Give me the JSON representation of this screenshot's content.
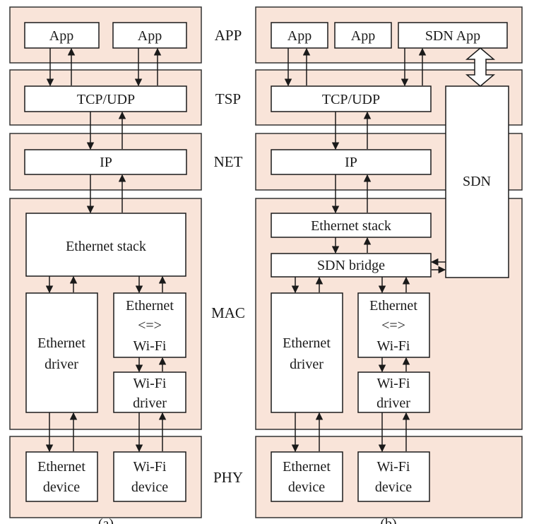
{
  "layers": {
    "app": "APP",
    "tsp": "TSP",
    "net": "NET",
    "mac": "MAC",
    "phy": "PHY"
  },
  "left": {
    "app1": "App",
    "app2": "App",
    "tcp": "TCP/UDP",
    "ip": "IP",
    "eth_stack": "Ethernet stack",
    "eth_driver": [
      "Ethernet",
      "driver"
    ],
    "eth_wifi": [
      "Ethernet",
      "<=>",
      "Wi-Fi"
    ],
    "wifi_driver": [
      "Wi-Fi",
      "driver"
    ],
    "eth_device": [
      "Ethernet",
      "device"
    ],
    "wifi_device": [
      "Wi-Fi",
      "device"
    ],
    "caption": "(a)"
  },
  "right": {
    "app1": "App",
    "app2": "App",
    "sdn_app": "SDN App",
    "tcp": "TCP/UDP",
    "ip": "IP",
    "sdn": "SDN",
    "eth_stack": "Ethernet stack",
    "sdn_bridge": "SDN bridge",
    "eth_driver": [
      "Ethernet",
      "driver"
    ],
    "eth_wifi": [
      "Ethernet",
      "<=>",
      "Wi-Fi"
    ],
    "wifi_driver": [
      "Wi-Fi",
      "driver"
    ],
    "eth_device": [
      "Ethernet",
      "device"
    ],
    "wifi_device": [
      "Wi-Fi",
      "device"
    ],
    "caption": "(b)"
  },
  "colors": {
    "band_fill": "#f9e4d9",
    "band_stroke": "#333333",
    "box_fill": "#ffffff",
    "line": "#1a1a1a"
  }
}
